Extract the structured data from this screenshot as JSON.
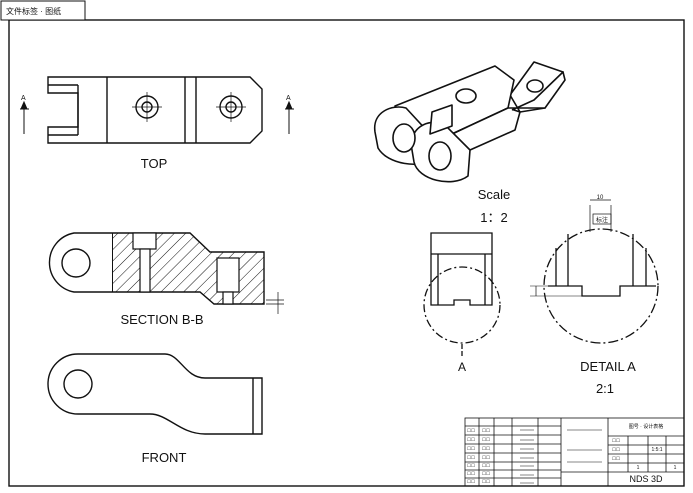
{
  "corner_tag": "文件标签 · 图纸",
  "views": {
    "top": "TOP",
    "section": "SECTION B-B",
    "front": "FRONT",
    "detail": "DETAIL A",
    "detail_scale": "2:1",
    "iso_scale_label": "Scale",
    "iso_scale_value": "1：2",
    "section_marker": "A",
    "detail_marker": "A"
  },
  "dimensions": {
    "detail_width": "10",
    "detail_note": "标注"
  },
  "title_block": {
    "drawing_no": "NDS 3D",
    "scale_value": "1:5:1",
    "title_text": "图号 · 设计表格",
    "sheet_a": "1",
    "sheet_b": "1"
  },
  "colors": {
    "line": "#111111",
    "paper": "#ffffff"
  }
}
